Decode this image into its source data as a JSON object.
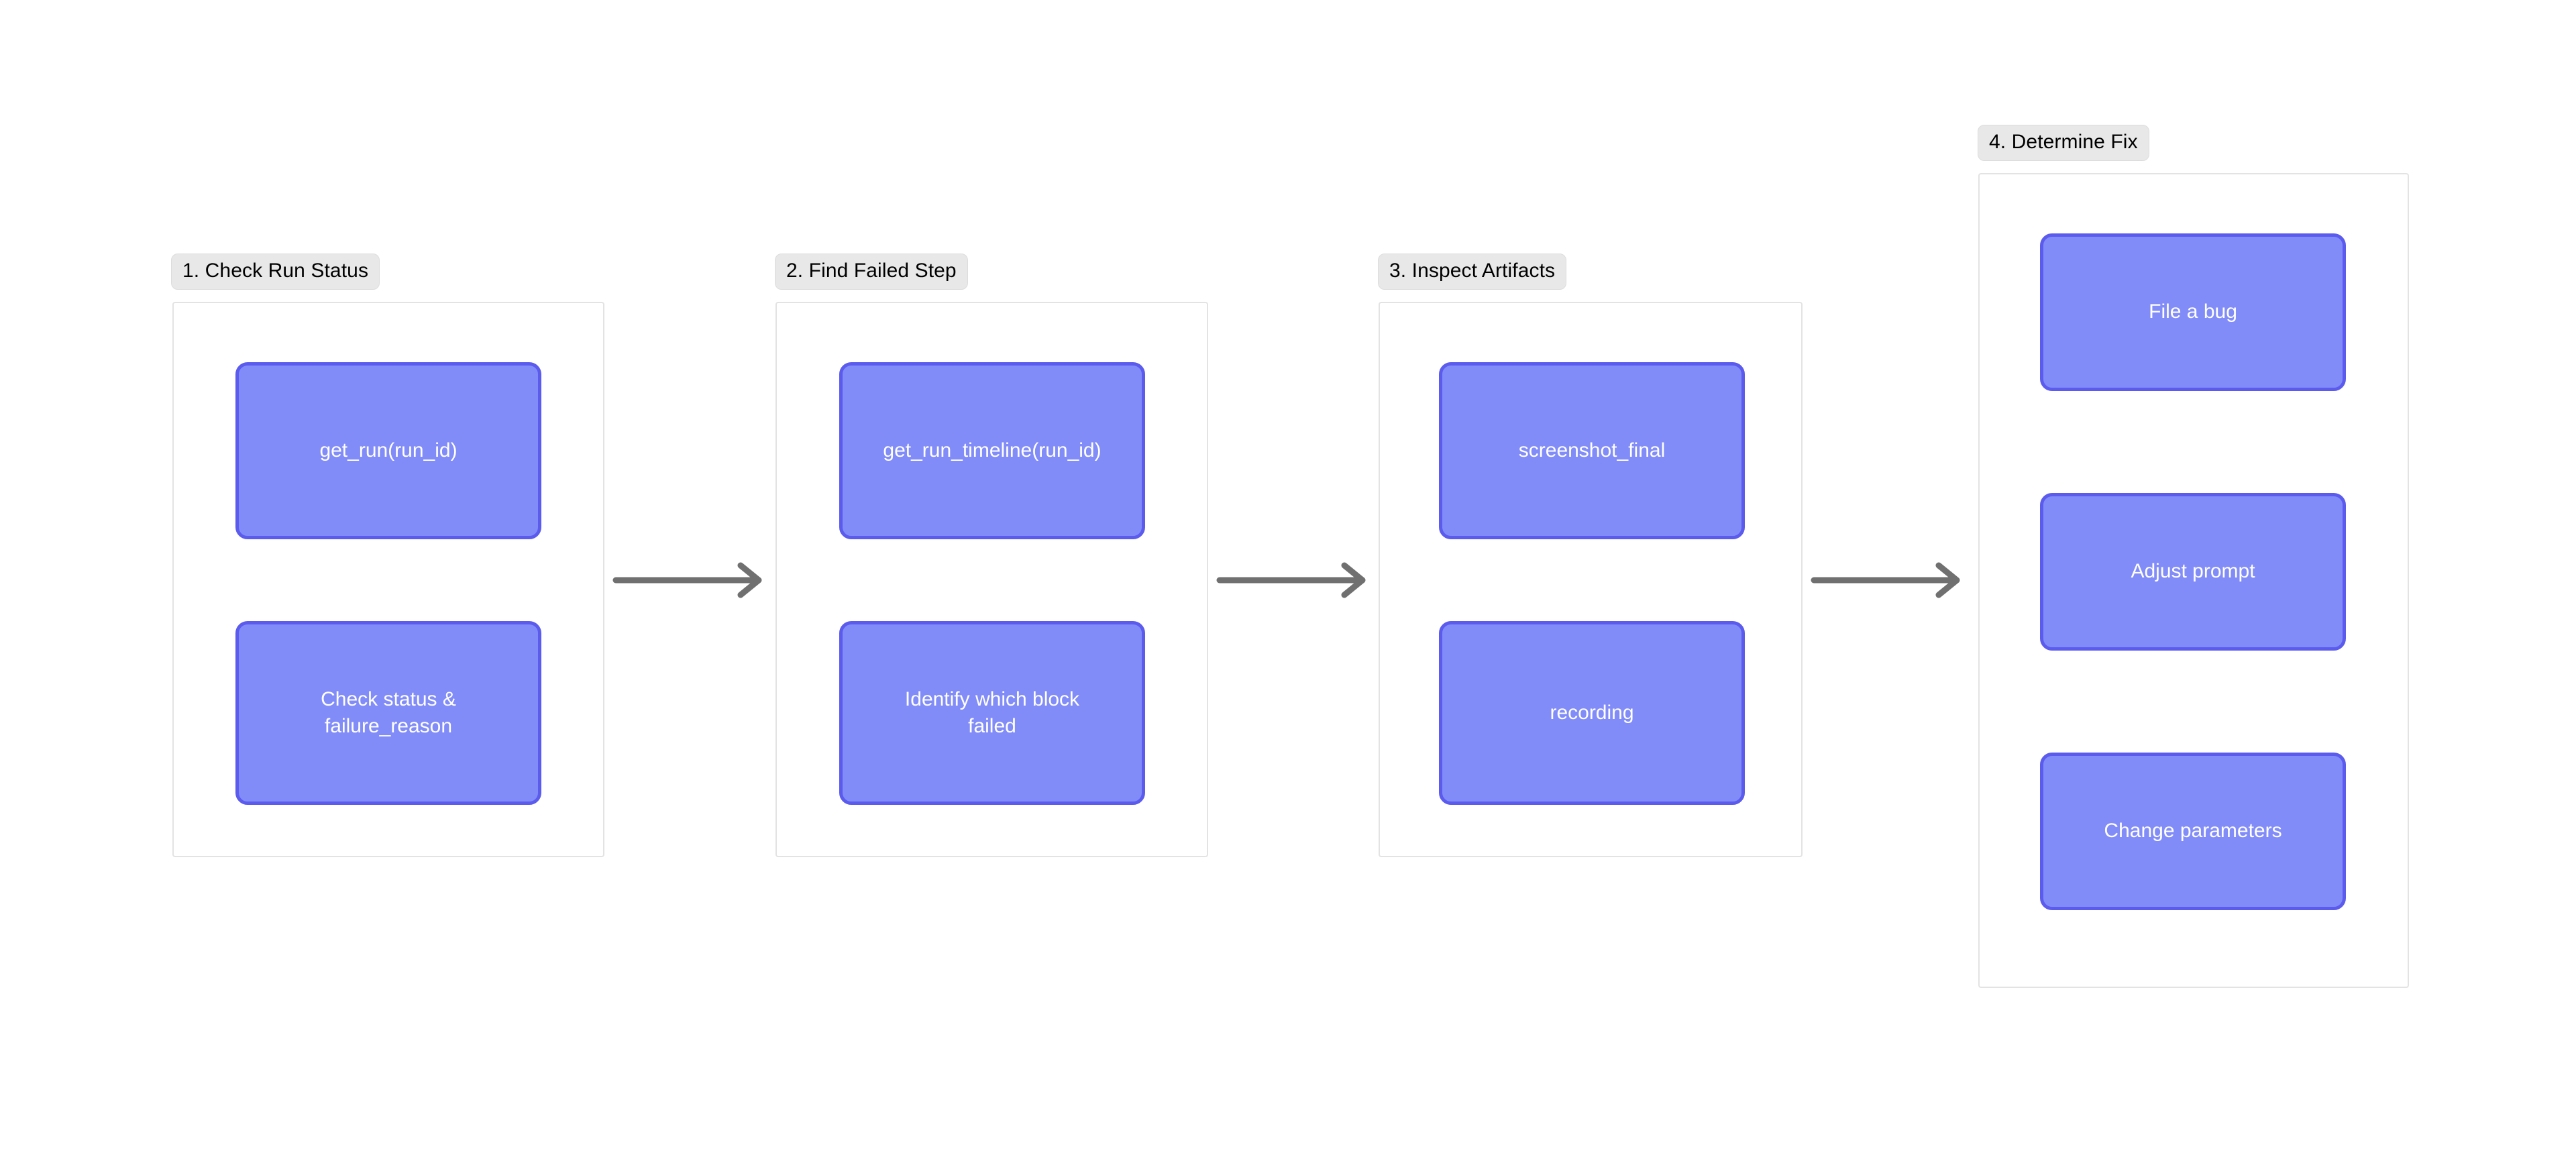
{
  "diagram": {
    "type": "flowchart",
    "orientation": "left-to-right",
    "background_color": "#ffffff",
    "node_fill_color": "#818cf8",
    "node_border_color": "#5b5bee",
    "node_text_color": "#ffffff",
    "cluster_border_color": "#e3e3e3",
    "cluster_label_background": "#e8e8e8",
    "cluster_label_text_color": "#000000",
    "edge_color": "#707070",
    "clusters": [
      {
        "id": "check-run-status",
        "label": "1. Check Run Status",
        "nodes": [
          {
            "id": "get-run",
            "label": "get_run(run_id)"
          },
          {
            "id": "check-status",
            "label": "Check status &\nfailure_reason"
          }
        ]
      },
      {
        "id": "find-failed-step",
        "label": "2. Find Failed Step",
        "nodes": [
          {
            "id": "get-run-timeline",
            "label": "get_run_timeline(run_id)"
          },
          {
            "id": "identify-block",
            "label": "Identify which block\nfailed"
          }
        ]
      },
      {
        "id": "inspect-artifacts",
        "label": "3. Inspect Artifacts",
        "nodes": [
          {
            "id": "screenshot-final",
            "label": "screenshot_final"
          },
          {
            "id": "recording",
            "label": "recording"
          }
        ]
      },
      {
        "id": "determine-fix",
        "label": "4. Determine Fix",
        "nodes": [
          {
            "id": "file-a-bug",
            "label": "File a bug"
          },
          {
            "id": "adjust-prompt",
            "label": "Adjust prompt"
          },
          {
            "id": "change-parameters",
            "label": "Change parameters"
          }
        ]
      }
    ],
    "edges": [
      {
        "id": "edge-1",
        "from": "check-run-status",
        "to": "find-failed-step",
        "icon": "arrow-right-icon"
      },
      {
        "id": "edge-2",
        "from": "find-failed-step",
        "to": "inspect-artifacts",
        "icon": "arrow-right-icon"
      },
      {
        "id": "edge-3",
        "from": "inspect-artifacts",
        "to": "determine-fix",
        "icon": "arrow-right-icon"
      }
    ]
  }
}
